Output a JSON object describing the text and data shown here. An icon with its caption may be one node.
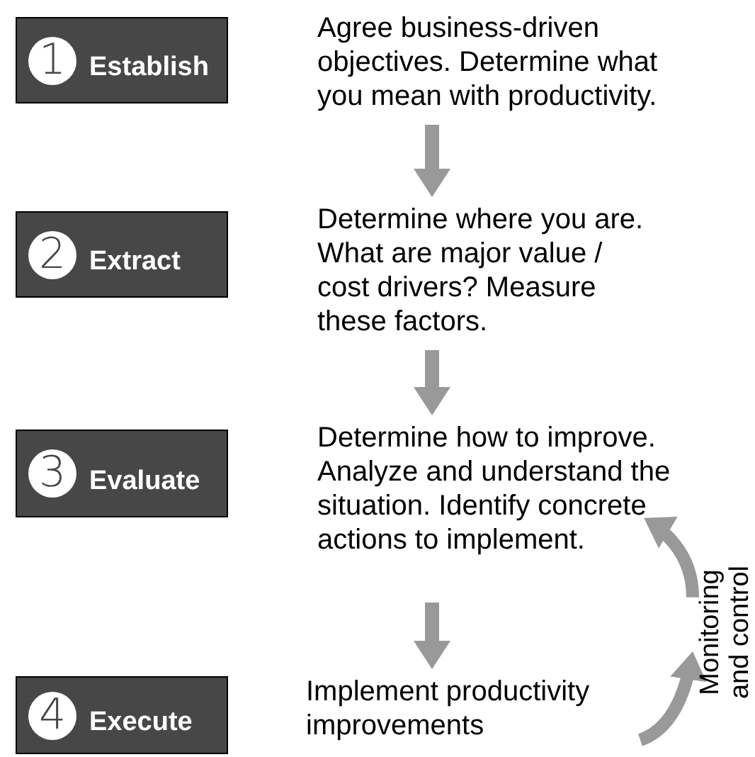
{
  "diagram": {
    "nodes": [
      {
        "text": [
          "1",
          "Establish"
        ]
      },
      {
        "text": [
          "Agree business-driven objectives. Determine what you mean with productivity."
        ]
      },
      {
        "text": [
          "2",
          "Extract"
        ]
      },
      {
        "text": [
          "Determine where you are. What are major value / cost drivers? Measure these factors."
        ]
      },
      {
        "text": [
          "3",
          "Evaluate"
        ]
      },
      {
        "text": [
          "Determine how to improve. Analyze and understand the situation. Identify concrete actions to implement."
        ]
      },
      {
        "text": [
          "4",
          "Execute"
        ]
      },
      {
        "text": [
          "Implement productivity improvements"
        ]
      },
      {
        "text": [
          "Monitoring and control"
        ]
      }
    ],
    "edges": [
      {
        "from": 1,
        "to": 3,
        "arrow": "to"
      },
      {
        "from": 3,
        "to": 5,
        "arrow": "to"
      },
      {
        "from": 5,
        "to": 7,
        "arrow": "to"
      },
      {
        "from": 7,
        "to": 8,
        "arrow": "to"
      },
      {
        "from": 8,
        "to": 5,
        "arrow": "to"
      }
    ]
  }
}
